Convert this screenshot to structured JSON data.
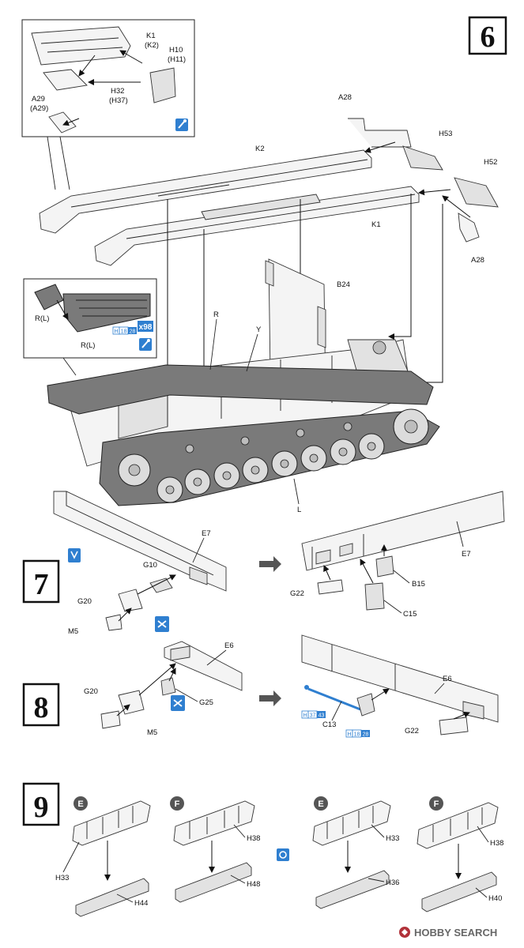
{
  "steps": [
    {
      "number": "6"
    },
    {
      "number": "7"
    },
    {
      "number": "8"
    },
    {
      "number": "9"
    }
  ],
  "step6": {
    "inset_labels": [
      "K1",
      "(K2)",
      "H10",
      "(H11)",
      "H32",
      "(H37)",
      "A29",
      "(A29)"
    ],
    "labels": {
      "a28_top": "A28",
      "h53": "H53",
      "h52": "H52",
      "k2": "K2",
      "k1": "K1",
      "a28_bottom": "A28",
      "b24": "B24",
      "r": "R",
      "y": "Y",
      "l": "L"
    },
    "track_inset": {
      "label_a": "R(L)",
      "label_b": "R(L)",
      "paint_code": "H",
      "paint_num_a": "18",
      "paint_num_b": "28",
      "quantity": "x98"
    }
  },
  "step7": {
    "labels": {
      "e7_left": "E7",
      "g10": "G10",
      "g20": "G20",
      "m5": "M5",
      "e7_right": "E7",
      "g22": "G22",
      "b15": "B15",
      "c15": "C15"
    }
  },
  "step8": {
    "labels": {
      "e6_left": "E6",
      "g20": "G20",
      "g25": "G25",
      "m5": "M5",
      "e6_right": "E6",
      "c13": "C13",
      "g22": "G22"
    },
    "paint_a": {
      "code": "H",
      "num_a": "37",
      "num_b": "43"
    },
    "paint_b": {
      "code": "H",
      "num_a": "18",
      "num_b": "28"
    }
  },
  "step9": {
    "variants": [
      {
        "badge": "E",
        "upper": "H33",
        "lower": "H44"
      },
      {
        "badge": "F",
        "upper": "H38",
        "lower": "H48"
      },
      {
        "badge": "E",
        "upper": "H33",
        "lower": "H36"
      },
      {
        "badge": "F",
        "upper": "H38",
        "lower": "H40"
      }
    ]
  },
  "watermark": {
    "text": "HOBBY SEARCH"
  },
  "colors": {
    "accent_blue": "#2f7fd0",
    "ink": "#111111",
    "track_grey": "#7a7a7a",
    "badge_grey": "#555555"
  }
}
